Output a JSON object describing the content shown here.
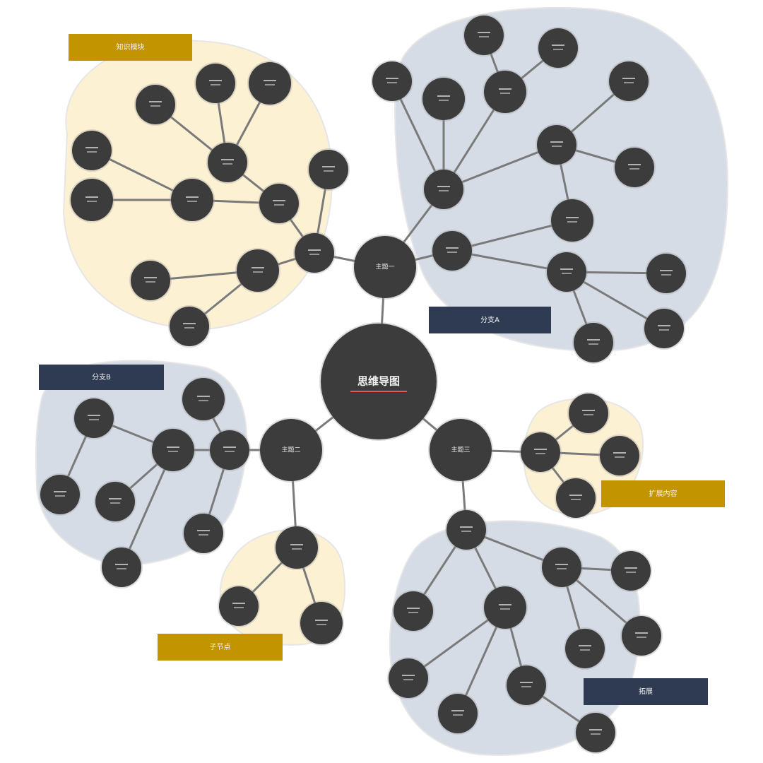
{
  "colors": {
    "node": "#3c3c3c",
    "node_ring": "#555555",
    "edge": "#7a7a7a",
    "cluster_yellow": "#fdf1d4",
    "cluster_blue": "#d6dce6",
    "tag_gold": "#c29400",
    "tag_navy": "#2f3b52",
    "label_accent": "#e05a5a"
  },
  "root": {
    "label": "思维导图"
  },
  "hubs": [
    {
      "id": "hub-top",
      "label": "主题一"
    },
    {
      "id": "hub-left",
      "label": "主题二"
    },
    {
      "id": "hub-right",
      "label": "主题三"
    }
  ],
  "clusters": [
    {
      "id": "top-left",
      "tag": "知识模块",
      "theme": "yellow"
    },
    {
      "id": "top-right",
      "tag": "分支A",
      "theme": "blue"
    },
    {
      "id": "mid-left",
      "tag": "分支B",
      "theme": "blue"
    },
    {
      "id": "bottom-left",
      "tag": "子节点",
      "theme": "yellow"
    },
    {
      "id": "right-small",
      "tag": "扩展内容",
      "theme": "yellow"
    },
    {
      "id": "bottom-right",
      "tag": "拓展",
      "theme": "blue"
    }
  ]
}
